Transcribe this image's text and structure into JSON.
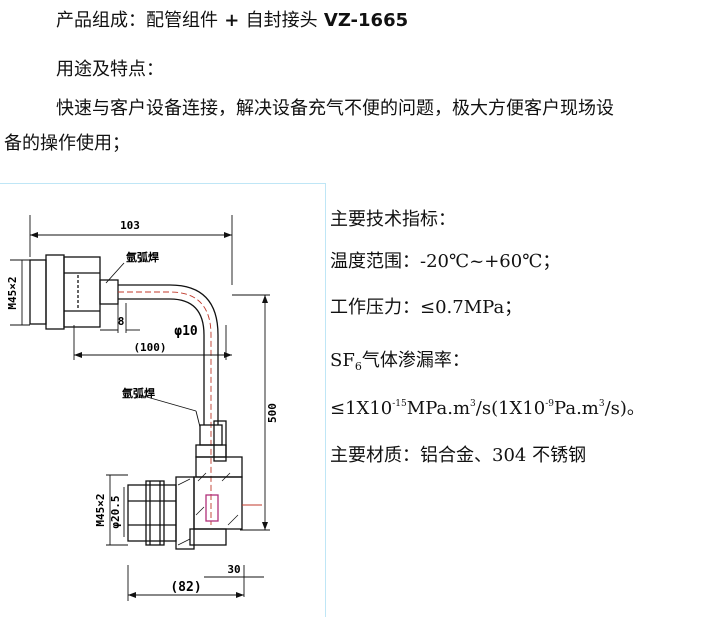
{
  "composition": {
    "label": "产品组成：配管组件",
    "plus": " + ",
    "part": "自封接头",
    "model": " VZ-1665"
  },
  "usage": {
    "heading": "用途及特点：",
    "desc_line1": "快速与客户设备连接，解决设备充气不便的问题，极大方便客户现场设",
    "desc_line2": "备的操作使用；"
  },
  "specs": {
    "heading": "主要技术指标：",
    "temperature": "温度范围：-20℃~+60℃；",
    "pressure": "工作压力：≤0.7MPa；",
    "leak_prefix": "SF",
    "leak_sub": "6",
    "leak_suffix": "气体渗漏率：",
    "leak_v1": "≤1X10",
    "leak_e1": "-15",
    "leak_v2": "MPa.m",
    "leak_e2": "3",
    "leak_v3": "/s(1X10",
    "leak_e3": "-9",
    "leak_v4": "Pa.m",
    "leak_e4": "3",
    "leak_v5": "/s)。",
    "material": "主要材质：铝合金、304 不锈钢"
  },
  "drawing": {
    "dim_103": "103",
    "thread_top": "M45×2",
    "weld_label_top": "氩弧焊",
    "dim_8": "8",
    "dim_phi10": "φ10",
    "dim_100": "(100)",
    "weld_label_mid": "氩弧焊",
    "dim_500": "500",
    "thread_bottom": "M45×2",
    "dim_phi20_5": "φ20.5",
    "dim_30": "30",
    "dim_82": "(82)"
  }
}
